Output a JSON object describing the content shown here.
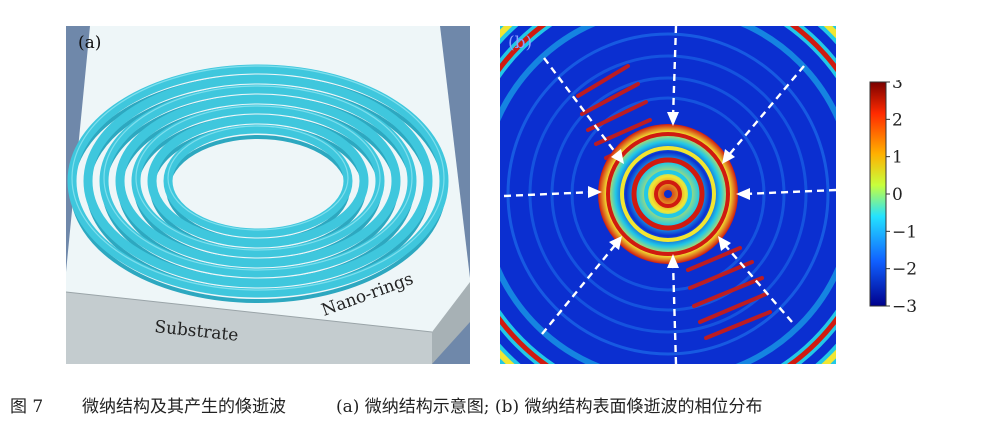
{
  "figure": {
    "panel_a": {
      "label": "(a)",
      "substrate_label": "Substrate",
      "rings_label": "Nano-rings",
      "colors": {
        "background": "#6f88aa",
        "substrate_top": "#eef6f8",
        "substrate_side": "#c4cccf",
        "ring": "#3fc7dd"
      }
    },
    "panel_b": {
      "label": "(b)",
      "colors": {
        "background": "#0b2fd0",
        "wave_red": "#d01a10",
        "wave_yellow": "#f2e632",
        "wave_cyan": "#22c8e6"
      }
    },
    "colorbar": {
      "ticks": [
        "3",
        "2",
        "1",
        "0",
        "−1",
        "−2",
        "−3"
      ],
      "colors": [
        "#7a0000",
        "#ff2a00",
        "#ffb000",
        "#c8ff3c",
        "#24e2ff",
        "#1060ff",
        "#00008c"
      ]
    },
    "caption": {
      "figure_number": "图 7",
      "title": "微纳结构及其产生的倏逝波",
      "parts": "(a) 微纳结构示意图; (b) 微纳结构表面倏逝波的相位分布"
    }
  }
}
